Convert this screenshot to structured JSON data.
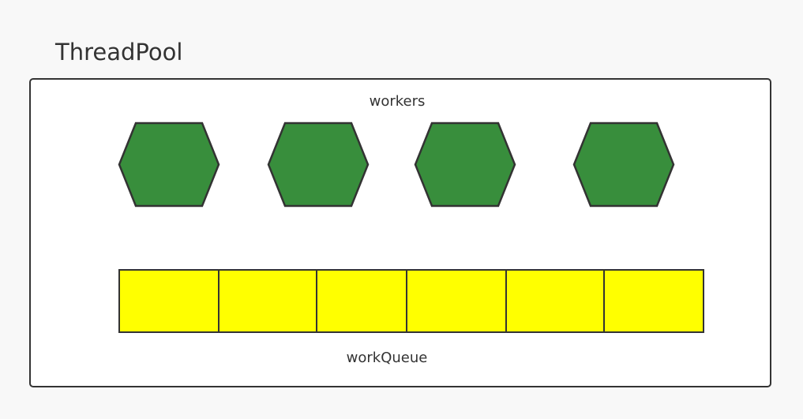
{
  "diagram": {
    "title": "ThreadPool",
    "workers_label": "workers",
    "queue_label": "workQueue",
    "workers": [
      {
        "shape": "hexagon"
      },
      {
        "shape": "hexagon"
      },
      {
        "shape": "hexagon"
      },
      {
        "shape": "hexagon"
      }
    ],
    "queue_slots": [
      {
        "shape": "square"
      },
      {
        "shape": "square"
      },
      {
        "shape": "square"
      },
      {
        "shape": "square"
      },
      {
        "shape": "square"
      },
      {
        "shape": "square"
      }
    ]
  },
  "colors": {
    "worker_fill": "#388e3c",
    "queue_fill": "#ffff00",
    "stroke": "#333333",
    "background": "#f8f8f8",
    "box_fill": "#ffffff"
  }
}
